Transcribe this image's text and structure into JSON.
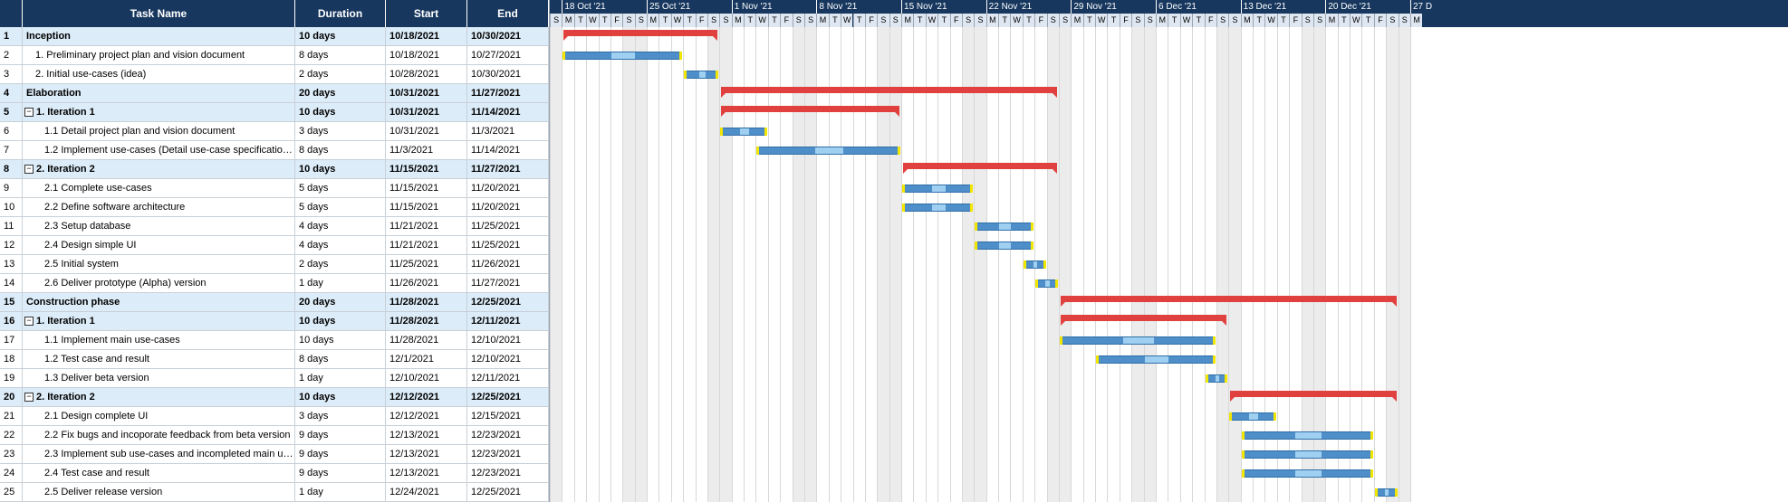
{
  "table": {
    "headers": {
      "num": "",
      "task": "Task Name",
      "duration": "Duration",
      "start": "Start",
      "end": "End"
    },
    "rows": [
      {
        "id": "1",
        "name": "Inception",
        "duration": "10 days",
        "start": "10/18/2021",
        "end": "10/30/2021",
        "summary": true,
        "indent": 0,
        "collapse": false
      },
      {
        "id": "2",
        "name": "1. Preliminary project plan and vision document",
        "duration": "8 days",
        "start": "10/18/2021",
        "end": "10/27/2021",
        "summary": false,
        "indent": 1,
        "collapse": false
      },
      {
        "id": "3",
        "name": "2. Initial use-cases (idea)",
        "duration": "2 days",
        "start": "10/28/2021",
        "end": "10/30/2021",
        "summary": false,
        "indent": 1,
        "collapse": false
      },
      {
        "id": "4",
        "name": "Elaboration",
        "duration": "20 days",
        "start": "10/31/2021",
        "end": "11/27/2021",
        "summary": true,
        "indent": 0,
        "collapse": false
      },
      {
        "id": "5",
        "name": "1. Iteration 1",
        "duration": "10 days",
        "start": "10/31/2021",
        "end": "11/14/2021",
        "summary": true,
        "indent": 0,
        "collapse": true
      },
      {
        "id": "6",
        "name": "1.1 Detail project plan and vision document",
        "duration": "3 days",
        "start": "10/31/2021",
        "end": "11/3/2021",
        "summary": false,
        "indent": 2,
        "collapse": false
      },
      {
        "id": "7",
        "name": "1.2 Implement use-cases (Detail use-case specification...",
        "duration": "8 days",
        "start": "11/3/2021",
        "end": "11/14/2021",
        "summary": false,
        "indent": 2,
        "collapse": false
      },
      {
        "id": "8",
        "name": "2. Iteration 2",
        "duration": "10 days",
        "start": "11/15/2021",
        "end": "11/27/2021",
        "summary": true,
        "indent": 0,
        "collapse": true
      },
      {
        "id": "9",
        "name": "2.1 Complete use-cases",
        "duration": "5 days",
        "start": "11/15/2021",
        "end": "11/20/2021",
        "summary": false,
        "indent": 2,
        "collapse": false
      },
      {
        "id": "10",
        "name": "2.2 Define software architecture",
        "duration": "5 days",
        "start": "11/15/2021",
        "end": "11/20/2021",
        "summary": false,
        "indent": 2,
        "collapse": false
      },
      {
        "id": "11",
        "name": "2.3 Setup database",
        "duration": "4 days",
        "start": "11/21/2021",
        "end": "11/25/2021",
        "summary": false,
        "indent": 2,
        "collapse": false
      },
      {
        "id": "12",
        "name": "2.4 Design simple UI",
        "duration": "4 days",
        "start": "11/21/2021",
        "end": "11/25/2021",
        "summary": false,
        "indent": 2,
        "collapse": false
      },
      {
        "id": "13",
        "name": "2.5 Initial system",
        "duration": "2 days",
        "start": "11/25/2021",
        "end": "11/26/2021",
        "summary": false,
        "indent": 2,
        "collapse": false
      },
      {
        "id": "14",
        "name": "2.6 Deliver prototype (Alpha) version",
        "duration": "1 day",
        "start": "11/26/2021",
        "end": "11/27/2021",
        "summary": false,
        "indent": 2,
        "collapse": false
      },
      {
        "id": "15",
        "name": "Construction phase",
        "duration": "20 days",
        "start": "11/28/2021",
        "end": "12/25/2021",
        "summary": true,
        "indent": 0,
        "collapse": false
      },
      {
        "id": "16",
        "name": "1. Iteration 1",
        "duration": "10 days",
        "start": "11/28/2021",
        "end": "12/11/2021",
        "summary": true,
        "indent": 0,
        "collapse": true
      },
      {
        "id": "17",
        "name": "1.1 Implement main use-cases",
        "duration": "10 days",
        "start": "11/28/2021",
        "end": "12/10/2021",
        "summary": false,
        "indent": 2,
        "collapse": false
      },
      {
        "id": "18",
        "name": "1.2 Test case and result",
        "duration": "8 days",
        "start": "12/1/2021",
        "end": "12/10/2021",
        "summary": false,
        "indent": 2,
        "collapse": false
      },
      {
        "id": "19",
        "name": "1.3 Deliver beta version",
        "duration": "1 day",
        "start": "12/10/2021",
        "end": "12/11/2021",
        "summary": false,
        "indent": 2,
        "collapse": false
      },
      {
        "id": "20",
        "name": "2. Iteration 2",
        "duration": "10 days",
        "start": "12/12/2021",
        "end": "12/25/2021",
        "summary": true,
        "indent": 0,
        "collapse": true
      },
      {
        "id": "21",
        "name": "2.1 Design complete UI",
        "duration": "3 days",
        "start": "12/12/2021",
        "end": "12/15/2021",
        "summary": false,
        "indent": 2,
        "collapse": false
      },
      {
        "id": "22",
        "name": "2.2 Fix bugs and incoporate feedback from beta version",
        "duration": "9 days",
        "start": "12/13/2021",
        "end": "12/23/2021",
        "summary": false,
        "indent": 2,
        "collapse": false
      },
      {
        "id": "23",
        "name": "2.3 Implement sub use-cases and incompleted main us...",
        "duration": "9 days",
        "start": "12/13/2021",
        "end": "12/23/2021",
        "summary": false,
        "indent": 2,
        "collapse": false
      },
      {
        "id": "24",
        "name": "2.4 Test case and result",
        "duration": "9 days",
        "start": "12/13/2021",
        "end": "12/23/2021",
        "summary": false,
        "indent": 2,
        "collapse": false
      },
      {
        "id": "25",
        "name": "2.5 Deliver release version",
        "duration": "1 day",
        "start": "12/24/2021",
        "end": "12/25/2021",
        "summary": false,
        "indent": 2,
        "collapse": false
      }
    ],
    "collapse_glyph": "−"
  },
  "timeline": {
    "weeks": [
      "18 Oct '21",
      "25 Oct '21",
      "1 Nov '21",
      "8 Nov '21",
      "15 Nov '21",
      "22 Nov '21",
      "29 Nov '21",
      "6 Dec '21",
      "13 Dec '21",
      "20 Dec '21",
      "27 D"
    ],
    "first_day": "10/17/2021",
    "day_letters": [
      "S",
      "M",
      "T",
      "W",
      "T",
      "F",
      "S"
    ],
    "num_days": 72
  },
  "colors": {
    "header_bg": "#17375e",
    "summary_bar": "#e0413f",
    "task_bar": "#4f8fc9",
    "task_bar_highlight": "#9fd0f2",
    "bar_cap": "#f2e600",
    "summary_row_bg": "#dcecf8",
    "weekend_bg": "#ececec"
  }
}
